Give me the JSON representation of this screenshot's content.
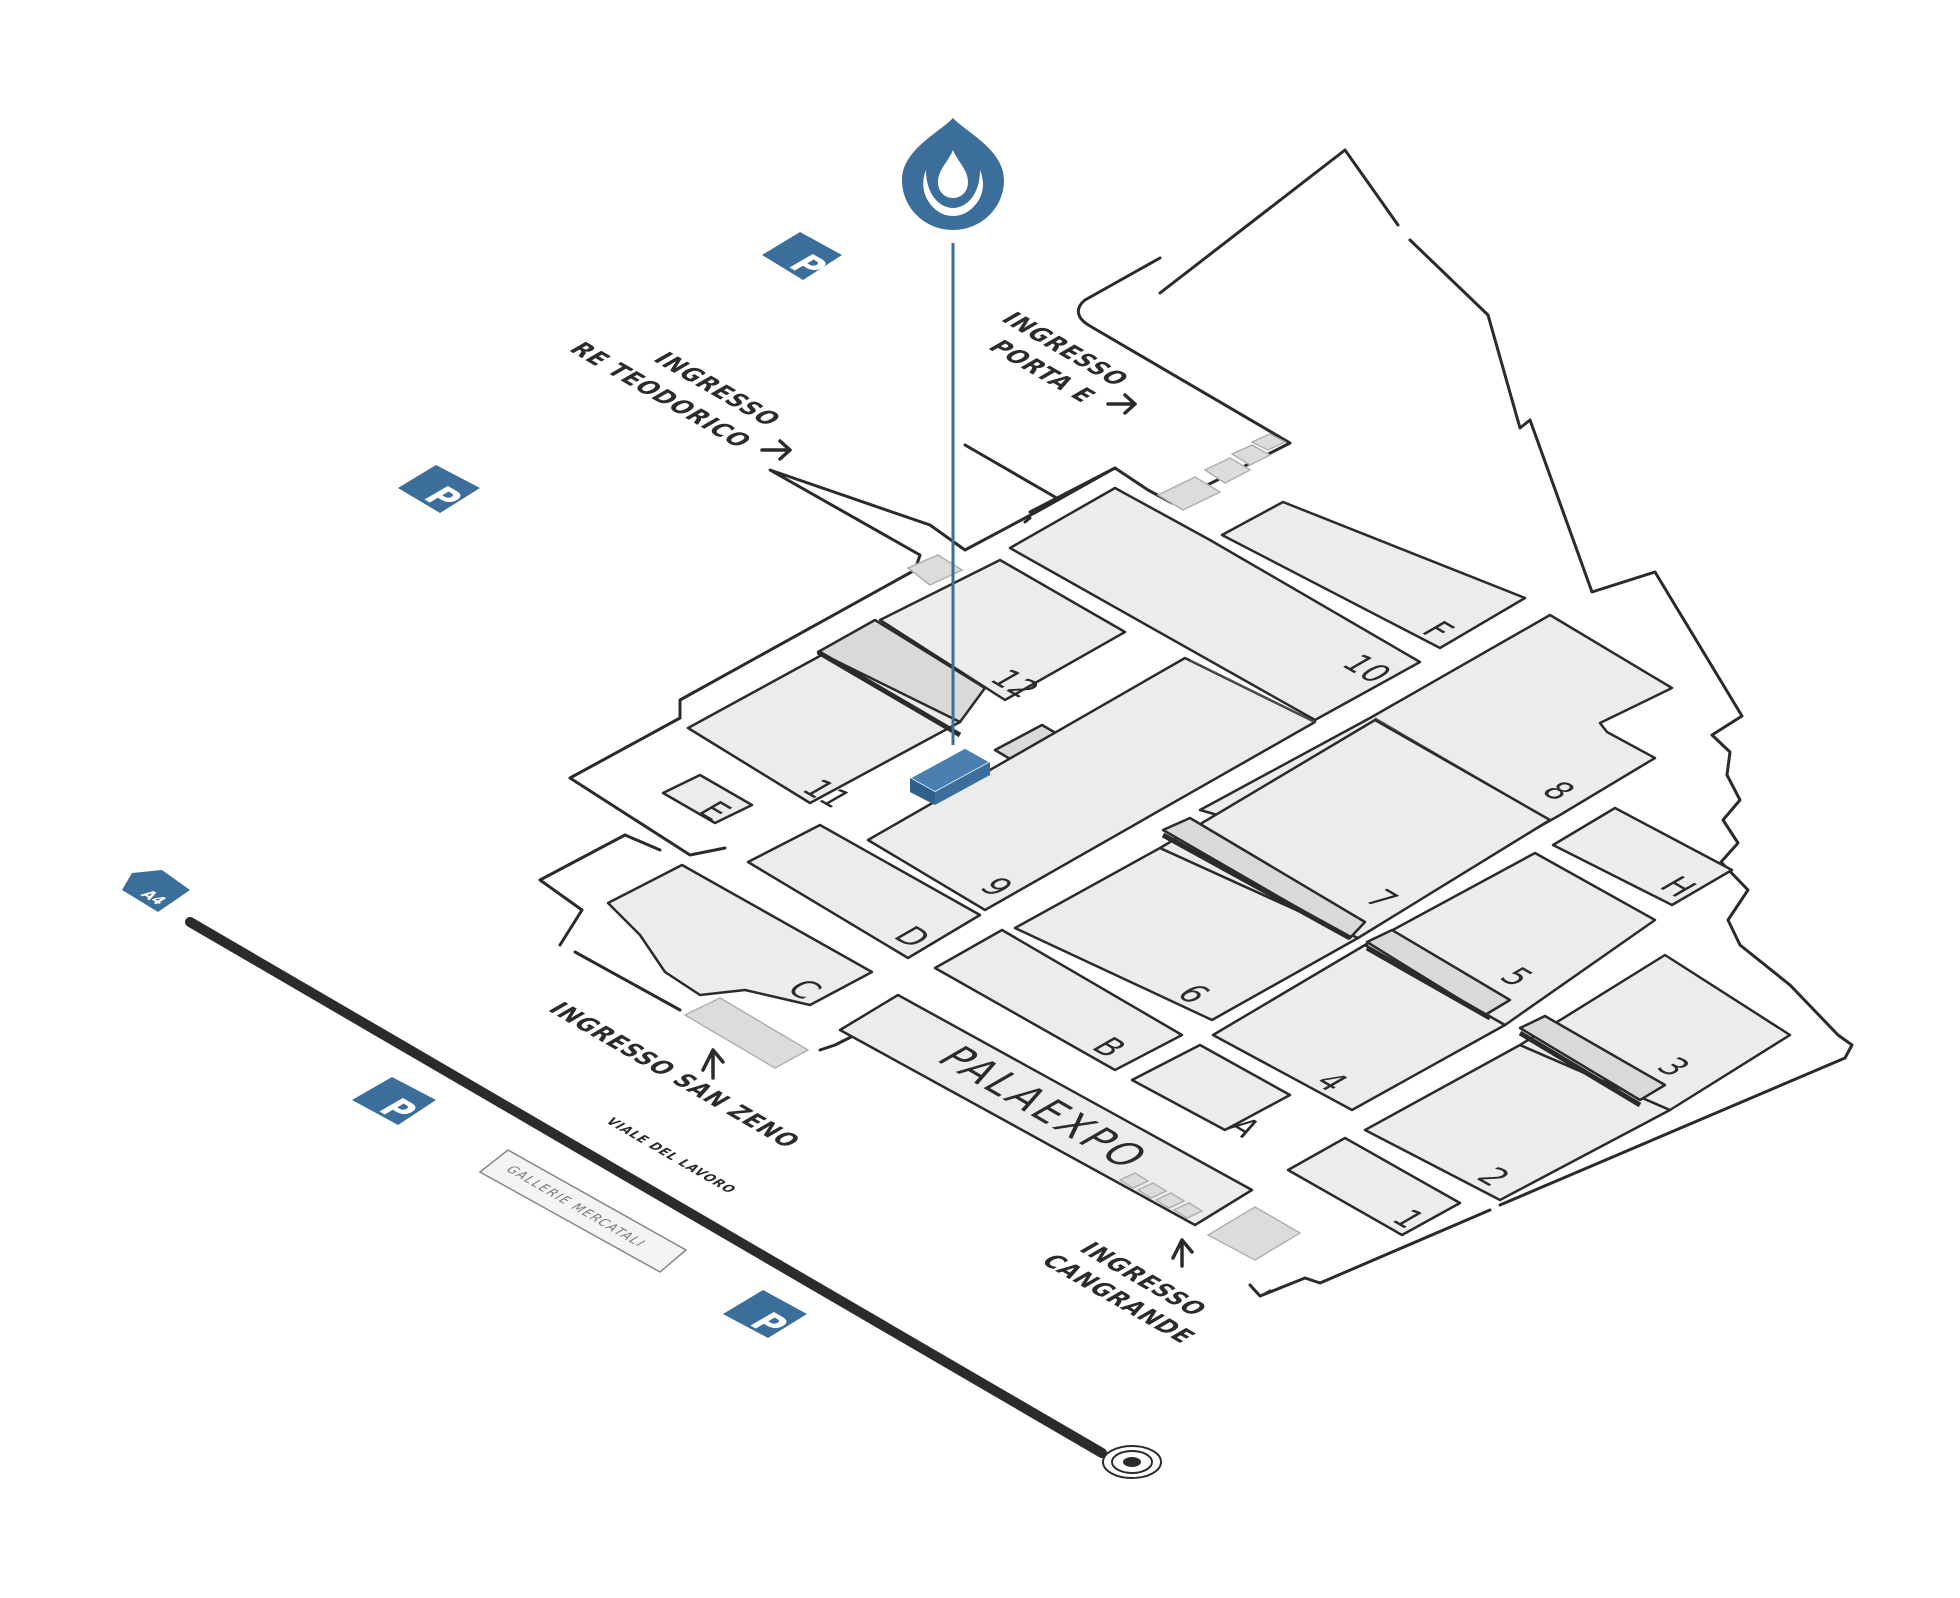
{
  "colors": {
    "accent": "#3b6e9a",
    "hall_fill": "#ececec",
    "outline": "#2b2b2b"
  },
  "halls": {
    "h1": "1",
    "h2": "2",
    "h3": "3",
    "h4": "4",
    "h5": "5",
    "h6": "6",
    "h7": "7",
    "h8": "8",
    "h9": "9",
    "h10": "10",
    "h11": "11",
    "h12": "12",
    "A": "A",
    "B": "B",
    "C": "C",
    "D": "D",
    "E": "E",
    "F": "F",
    "H": "H"
  },
  "palaexpo": "PALAEXPO",
  "entrances": {
    "porta_e": [
      "INGRESSO",
      "PORTA E"
    ],
    "re_teodorico": [
      "INGRESSO",
      "RE TEODORICO"
    ],
    "san_zeno": "INGRESSO SAN ZENO",
    "cangrande": [
      "INGRESSO",
      "CANGRANDE"
    ]
  },
  "streets": {
    "viale_del_lavoro": "VIALE DEL LAVORO",
    "gallerie_mercatali": "GALLERIE MERCATALI",
    "motorway": "A4"
  },
  "icons": {
    "parking": "parking-icon",
    "location_pin": "map-pin-icon",
    "target": "location-target-icon"
  }
}
